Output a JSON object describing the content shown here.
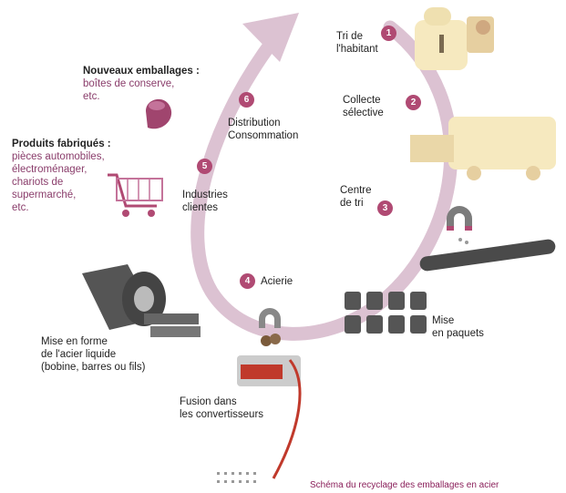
{
  "stages": [
    {
      "number": "1",
      "lines": [
        "Tri de",
        "l'habitant"
      ]
    },
    {
      "number": "2",
      "lines": [
        "Collecte",
        "sélective"
      ]
    },
    {
      "number": "3",
      "lines": [
        "Centre",
        "de tri"
      ]
    },
    {
      "number": "4",
      "lines": [
        "Acierie"
      ]
    },
    {
      "number": "5",
      "lines": [
        "Industries",
        "clientes"
      ]
    },
    {
      "number": "6",
      "lines": [
        "Distribution",
        "Consommation"
      ]
    }
  ],
  "side_labels": {
    "packaging": {
      "title": "Nouveaux emballages :",
      "detail": [
        "boîtes de conserve,",
        "etc."
      ]
    },
    "products": {
      "title": "Produits fabriqués :",
      "detail": [
        "pièces automobiles,",
        "électroménager,",
        "chariots de",
        "supermarché,",
        "etc."
      ]
    },
    "bales": [
      "Mise",
      "en paquets"
    ],
    "forming": [
      "Mise en forme",
      "de l'acier liquide",
      "(bobine, barres ou fils)"
    ],
    "fusion": [
      "Fusion dans",
      "les convertisseurs"
    ]
  },
  "caption": "Schéma du recyclage des emballages en acier",
  "colors": {
    "arrow": "#dcc2d2",
    "badge": "#b04a73",
    "accent_text": "#8a3d6b",
    "caption": "#8a1f5a"
  },
  "icons": [
    "person-bin-icon",
    "truck-icon",
    "magnet-conveyor-icon",
    "cube-bales-icon",
    "furnace-icon",
    "steel-coil-icon",
    "shopping-cart-icon",
    "can-icon"
  ]
}
